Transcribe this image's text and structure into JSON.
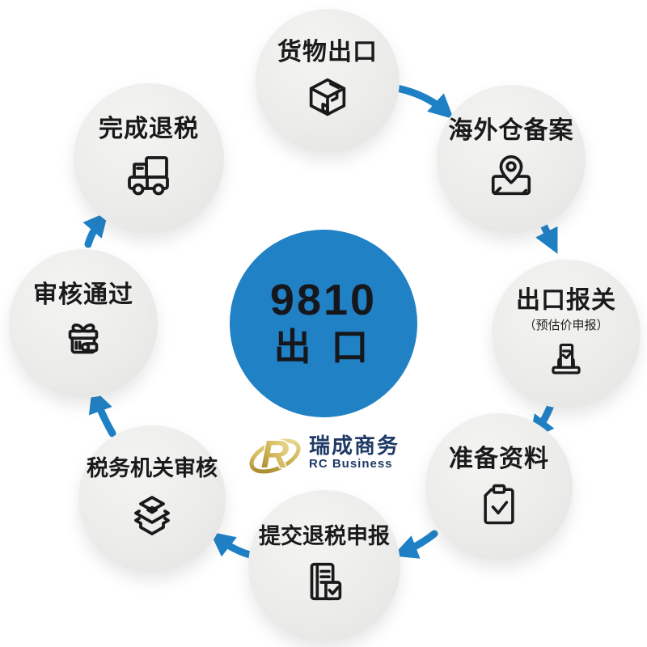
{
  "center": {
    "line1": "9810",
    "line2": "出 口"
  },
  "logo": {
    "mark_letter": "R",
    "cn": "瑞成商务",
    "en": "RC Business"
  },
  "steps": [
    {
      "id": "goods-export",
      "label": "货物出口",
      "icon": "package-box-icon"
    },
    {
      "id": "overseas-warehouse",
      "label": "海外仓备案",
      "icon": "map-pin-icon"
    },
    {
      "id": "export-customs",
      "label": "出口报关",
      "sublabel": "（预估价申报）",
      "icon": "customs-declaration-icon"
    },
    {
      "id": "prepare-materials",
      "label": "准备资料",
      "icon": "clipboard-check-icon"
    },
    {
      "id": "submit-refund",
      "label": "提交退税申报",
      "icon": "ledger-check-icon"
    },
    {
      "id": "tax-authority-review",
      "label": "税务机关审核",
      "icon": "seal-icon"
    },
    {
      "id": "review-passed",
      "label": "审核通过",
      "icon": "gift-box-icon"
    },
    {
      "id": "refund-complete",
      "label": "完成退税",
      "icon": "truck-icon"
    }
  ],
  "colors": {
    "accent_blue": "#1E81C6",
    "center_circle": "#2181C5",
    "circle_fill": "#ECECEA",
    "icon_stroke": "#1A1A1A",
    "logo_navy": "#1F3A66",
    "logo_gold": "#C9A544"
  }
}
